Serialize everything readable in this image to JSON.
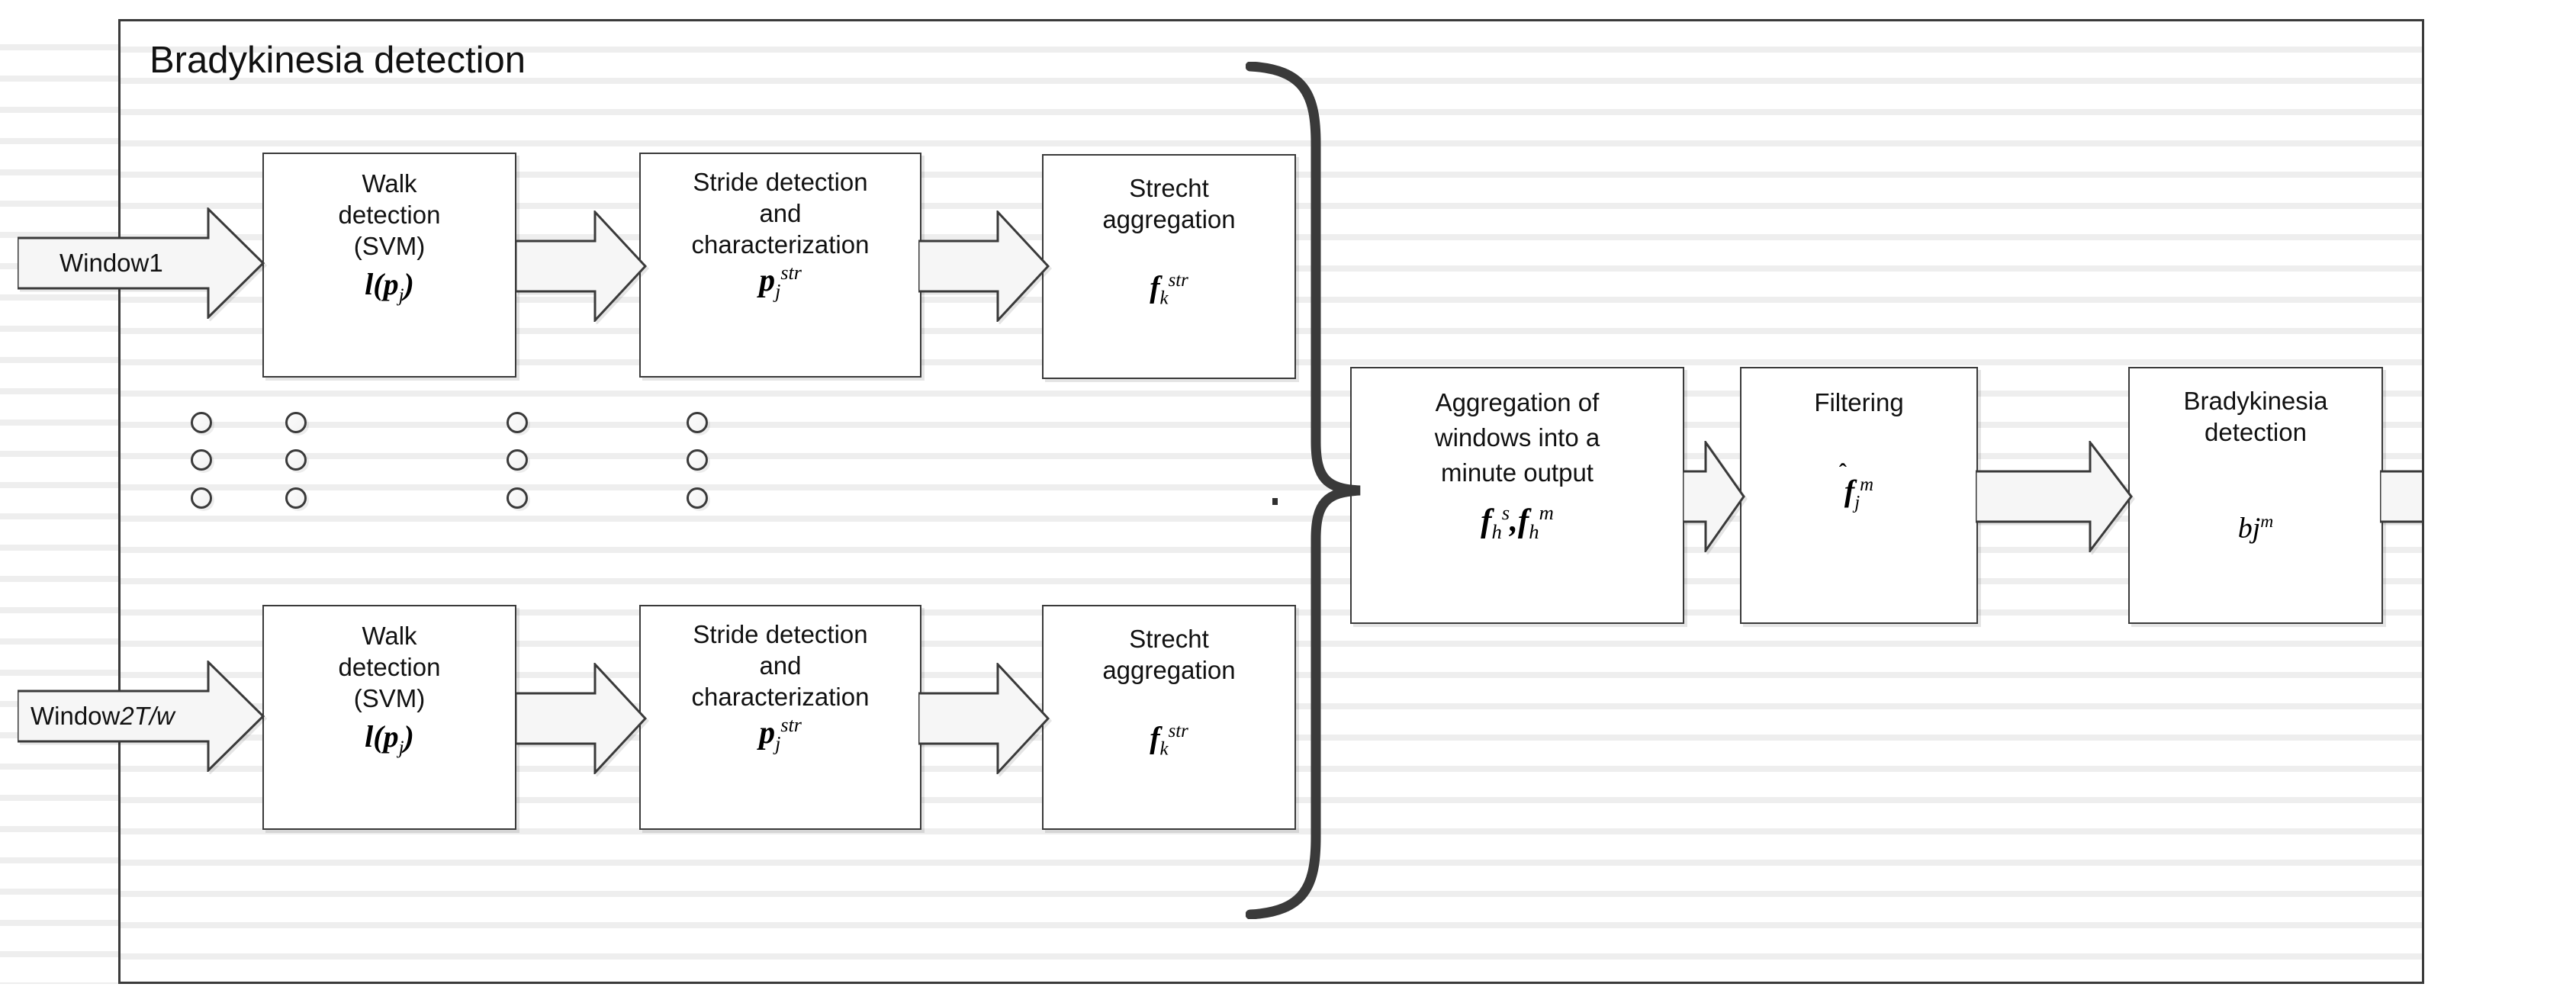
{
  "diagram": {
    "title": "Bradykinesia detection",
    "type": "flowchart",
    "inputs": [
      {
        "label_prefix": "Window ",
        "label_value": "1",
        "name": "window-1"
      },
      {
        "label_prefix": "Window ",
        "label_value": "2T/w",
        "name": "window-2t-w"
      }
    ],
    "pipeline_top": [
      {
        "name": "walk-detection",
        "title": "Walk\ndetection\n(SVM)",
        "symbol_base": "l(p",
        "symbol_sub": "j",
        "symbol_close": ")",
        "symbol_sup": ""
      },
      {
        "name": "stride-detection",
        "title": "Stride detection\nand\ncharacterization",
        "symbol_base": "p",
        "symbol_sub": "j",
        "symbol_close": "",
        "symbol_sup": "str"
      },
      {
        "name": "strecht-aggregation",
        "title": "Strecht\naggregation",
        "symbol_base": "f",
        "symbol_sub": "k",
        "symbol_close": "",
        "symbol_sup": "str"
      }
    ],
    "pipeline_bottom": [
      {
        "name": "walk-detection",
        "title": "Walk\ndetection\n(SVM)",
        "symbol_base": "l(p",
        "symbol_sub": "j",
        "symbol_close": ")",
        "symbol_sup": ""
      },
      {
        "name": "stride-detection",
        "title": "Stride detection\nand\ncharacterization",
        "symbol_base": "p",
        "symbol_sub": "j",
        "symbol_close": "",
        "symbol_sup": "str"
      },
      {
        "name": "strecht-aggregation",
        "title": "Strecht\naggregation",
        "symbol_base": "f",
        "symbol_sub": "k",
        "symbol_close": "",
        "symbol_sup": "str"
      }
    ],
    "pipeline_right": [
      {
        "name": "aggregation-of-windows",
        "title": "Aggregation of\nwindows into a\nminute output",
        "symbol_html": "f h s , f h m"
      },
      {
        "name": "filtering",
        "title": "Filtering",
        "symbol_html": "f hat j m"
      },
      {
        "name": "bradykinesia-detection",
        "title": "Bradykinesia\ndetection",
        "symbol_html": "bj m"
      }
    ],
    "symbols": {
      "aggregation_f": "f",
      "aggregation_sub_h": "h",
      "aggregation_sup_s": "s",
      "aggregation_comma": ",",
      "aggregation_sup_m": "m",
      "filtering_f": "f",
      "filtering_sub_j": "j",
      "filtering_sup_m": "m",
      "brady_bj": "bj",
      "brady_sup_m": "m"
    },
    "ellipsis_rows": 3,
    "ellipsis_columns": 4,
    "colors": {
      "frame": "#3a3a3a",
      "box_border": "#3a3a3a",
      "arrow_fill": "#f7f7f7",
      "rule_line": "#eeeeee",
      "text": "#111111"
    }
  }
}
